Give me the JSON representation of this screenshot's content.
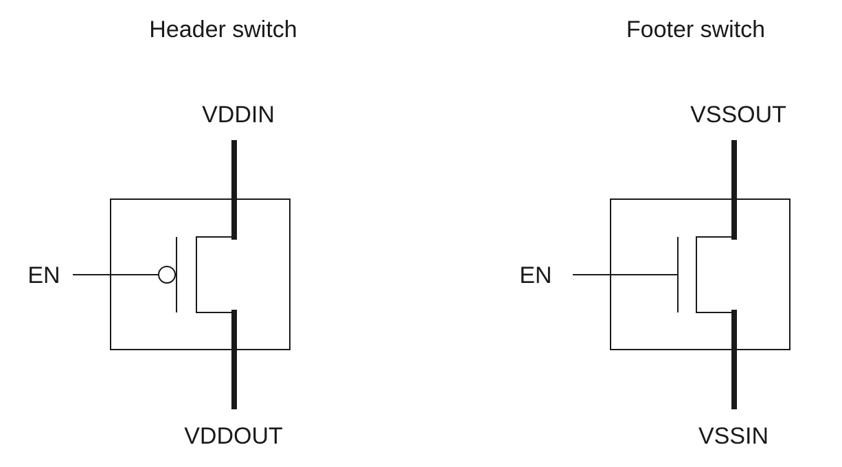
{
  "colors": {
    "line": "#1a1a1a",
    "background": "#ffffff"
  },
  "header_switch": {
    "title": "Header switch",
    "top_terminal": "VDDIN",
    "bottom_terminal": "VDDOUT",
    "gate_label": "EN",
    "transistor": "pmos"
  },
  "footer_switch": {
    "title": "Footer switch",
    "top_terminal": "VSSOUT",
    "bottom_terminal": "VSSIN",
    "gate_label": "EN",
    "transistor": "nmos"
  }
}
